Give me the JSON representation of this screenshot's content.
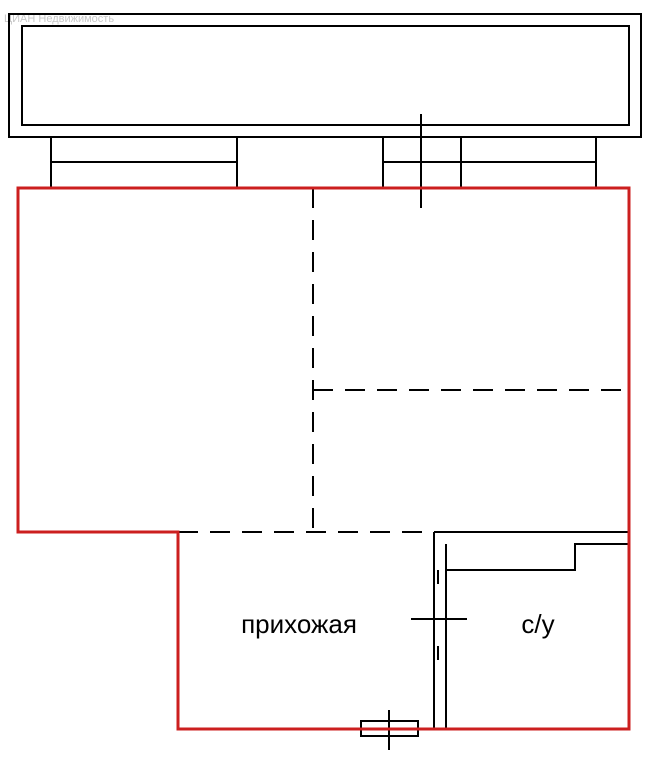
{
  "watermark": "ЦИАН Недвижимость",
  "rooms": {
    "hallway": "прихожая",
    "bathroom": "с/у"
  },
  "colors": {
    "outer_wall": "#cc1f1f",
    "lines": "#000000",
    "background": "#ffffff"
  }
}
